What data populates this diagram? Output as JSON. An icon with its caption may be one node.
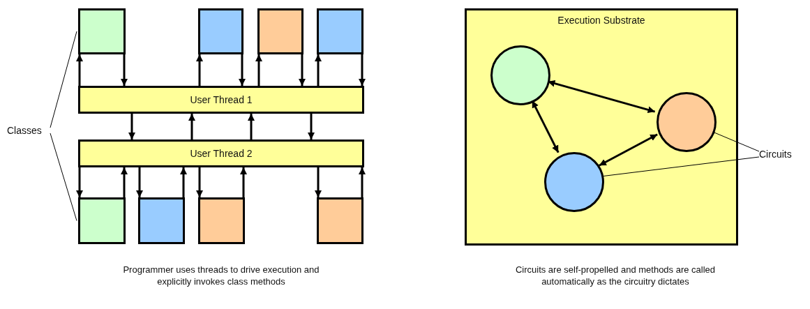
{
  "diagram": {
    "nodes": [
      {
        "text": [],
        "shape": "box"
      },
      {
        "text": [],
        "shape": "box"
      },
      {
        "text": [],
        "shape": "box"
      },
      {
        "text": [],
        "shape": "box"
      },
      {
        "text": [
          "User Thread 1"
        ]
      },
      {
        "text": [
          "User Thread 2"
        ]
      },
      {
        "text": [],
        "shape": "box"
      },
      {
        "text": [],
        "shape": "box"
      },
      {
        "text": [],
        "shape": "box"
      },
      {
        "text": [],
        "shape": "box"
      },
      {
        "text": [
          "Classes"
        ]
      },
      {
        "text": [
          "Execution Substrate"
        ]
      },
      {
        "text": [],
        "shape": "circle",
        "in": 11
      },
      {
        "text": [],
        "shape": "circle",
        "in": 11
      },
      {
        "text": [],
        "shape": "circle",
        "in": 11
      },
      {
        "text": [
          "Circuits"
        ]
      }
    ],
    "edges": [
      {
        "from": 4,
        "to": 0,
        "arrow": "to"
      },
      {
        "from": 0,
        "to": 4,
        "arrow": "to"
      },
      {
        "from": 4,
        "to": 1,
        "arrow": "to"
      },
      {
        "from": 1,
        "to": 4,
        "arrow": "to"
      },
      {
        "from": 4,
        "to": 2,
        "arrow": "to"
      },
      {
        "from": 2,
        "to": 4,
        "arrow": "to"
      },
      {
        "from": 4,
        "to": 3,
        "arrow": "to"
      },
      {
        "from": 3,
        "to": 4,
        "arrow": "to"
      },
      {
        "from": 4,
        "to": 5,
        "arrow": "to"
      },
      {
        "from": 5,
        "to": 4,
        "arrow": "to"
      },
      {
        "from": 5,
        "to": 4,
        "arrow": "to"
      },
      {
        "from": 4,
        "to": 5,
        "arrow": "to"
      },
      {
        "from": 5,
        "to": 6,
        "arrow": "to"
      },
      {
        "from": 6,
        "to": 5,
        "arrow": "to"
      },
      {
        "from": 5,
        "to": 7,
        "arrow": "to"
      },
      {
        "from": 7,
        "to": 5,
        "arrow": "to"
      },
      {
        "from": 5,
        "to": 8,
        "arrow": "to"
      },
      {
        "from": 8,
        "to": 5,
        "arrow": "to"
      },
      {
        "from": 5,
        "to": 9,
        "arrow": "to"
      },
      {
        "from": 9,
        "to": 5,
        "arrow": "to"
      },
      {
        "from": 12,
        "to": 13,
        "arrow": "both"
      },
      {
        "from": 12,
        "to": 14,
        "arrow": "both"
      },
      {
        "from": 14,
        "to": 13,
        "arrow": "both"
      },
      {
        "from": 10,
        "to": 0,
        "arrow": "none"
      },
      {
        "from": 10,
        "to": 6,
        "arrow": "none"
      },
      {
        "from": 15,
        "to": 13,
        "arrow": "none"
      },
      {
        "from": 15,
        "to": 14,
        "arrow": "none"
      }
    ],
    "labels": [
      "Programmer uses threads to drive execution and explicitly invokes class methods",
      "Circuits are self-propelled and methods are called automatically as the circuitry dictates"
    ]
  }
}
